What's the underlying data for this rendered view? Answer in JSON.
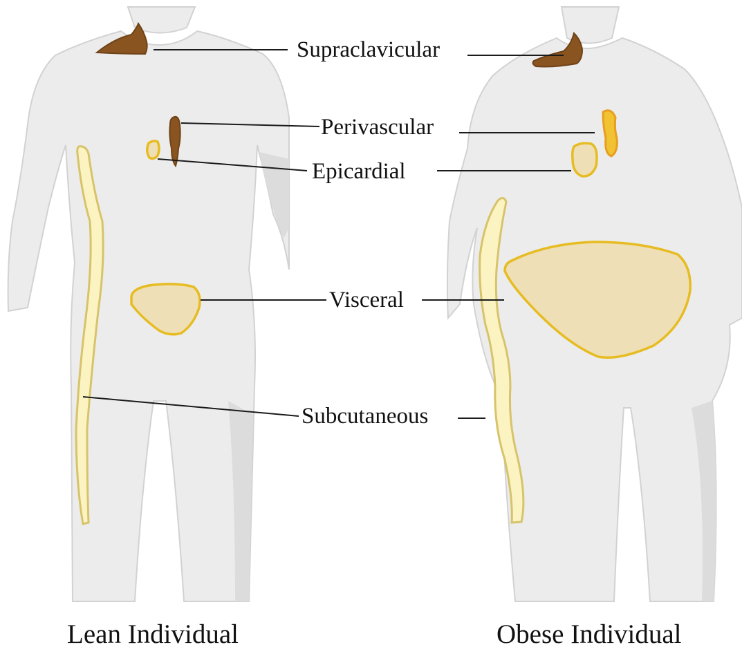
{
  "labels": {
    "supraclavicular": "Supraclavicular",
    "perivascular": "Perivascular",
    "epicardial": "Epicardial",
    "visceral": "Visceral",
    "subcutaneous": "Subcutaneous"
  },
  "captions": {
    "lean": "Lean Individual",
    "obese": "Obese Individual"
  },
  "colors": {
    "brown_fat": "#8a5420",
    "white_fat_fill": "#efdfb6",
    "white_fat_outline": "#e6bc22",
    "subcutaneous_fill": "#fbf3c2",
    "beige_fat": "#f1c232",
    "body": "#ececec"
  }
}
